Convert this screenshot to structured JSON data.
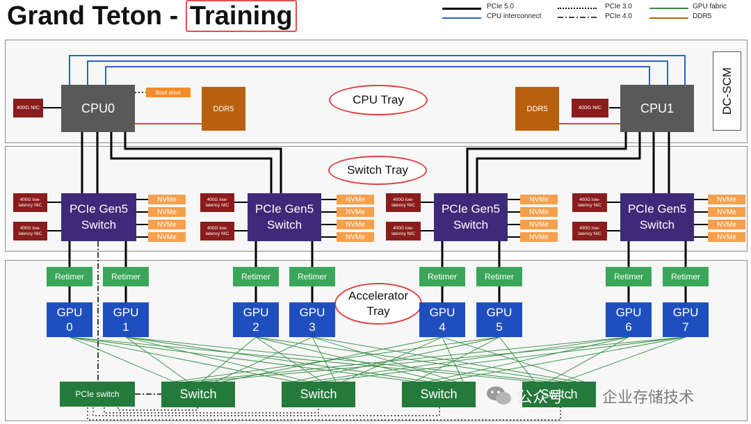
{
  "title": {
    "main": "Grand Teton - ",
    "highlight": "Training"
  },
  "legend": [
    {
      "label": "PCIe 5.0",
      "color": "#000000",
      "style": "solid"
    },
    {
      "label": "CPU interconnect",
      "color": "#2a5fd0",
      "style": "solid"
    },
    {
      "label": "PCIe 3.0",
      "color": "#000000",
      "style": "dotted"
    },
    {
      "label": "PCIe 4.0",
      "color": "#000000",
      "style": "dashdot"
    },
    {
      "label": "GPU fabric",
      "color": "#2e8b3e",
      "style": "solid"
    },
    {
      "label": "DDR5",
      "color": "#b8600d",
      "style": "solid"
    }
  ],
  "trays": {
    "cpu_tray": "CPU Tray",
    "switch_tray": "Switch Tray",
    "accelerator_tray": "Accelerator Tray"
  },
  "cpu_tray": {
    "cpu0": "CPU0",
    "cpu1": "CPU1",
    "ddr5_left": "DDR5",
    "ddr5_right": "DDR5",
    "nic_left": "400G NIC",
    "nic_right": "400G NIC",
    "boot_drive": "Boot drive",
    "dc_scm": "DC-SCM"
  },
  "switch_tray": {
    "switches": [
      {
        "label": "PCIe Gen5 Switch"
      },
      {
        "label": "PCIe Gen5 Switch"
      },
      {
        "label": "PCIe Gen5 Switch"
      },
      {
        "label": "PCIe Gen5 Switch"
      }
    ],
    "nic_label": "400G low-latency NIC",
    "nvme_label": "NVMe"
  },
  "accelerator_tray": {
    "retimer_label": "Retimer",
    "gpus": [
      {
        "label": "GPU",
        "index": "0"
      },
      {
        "label": "GPU",
        "index": "1"
      },
      {
        "label": "GPU",
        "index": "2"
      },
      {
        "label": "GPU",
        "index": "3"
      },
      {
        "label": "GPU",
        "index": "4"
      },
      {
        "label": "GPU",
        "index": "5"
      },
      {
        "label": "GPU",
        "index": "6"
      },
      {
        "label": "GPU",
        "index": "7"
      }
    ],
    "fabric_switch_label": "Switch",
    "pcie_switch": "PCIe switch"
  },
  "watermark": {
    "text_a": "公众号 · ",
    "text_b": "企业存储技术"
  },
  "colors": {
    "cpu": "#595959",
    "ddr5": "#b8600d",
    "nic": "#8b1c1c",
    "pcie_switch": "#3f2a7a",
    "nvme": "#f5a04c",
    "retimer": "#3aa65a",
    "gpu": "#1f4fbf",
    "fabric_switch": "#237a3b",
    "highlight": "#e04040"
  }
}
